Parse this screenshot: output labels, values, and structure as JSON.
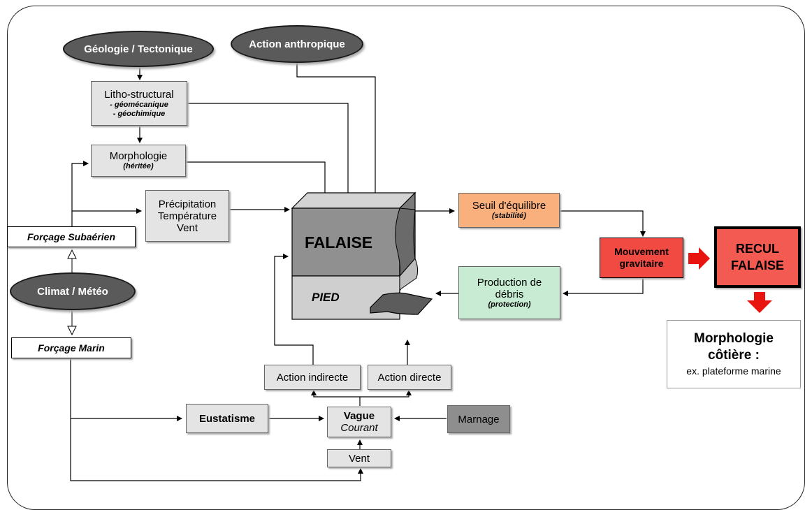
{
  "ovals": {
    "geologie": "Géologie / Tectonique",
    "anthropique": "Action anthropique",
    "climat": "Climat / Météo"
  },
  "boxes": {
    "litho_title": "Litho-structural",
    "litho_sub1": "- géomécanique",
    "litho_sub2": "- géochimique",
    "morpho_title": "Morphologie",
    "morpho_sub": "(héritée)",
    "precip_l1": "Précipitation",
    "precip_l2": "Température",
    "precip_l3": "Vent",
    "forcage_sub": "Forçage Subaérien",
    "forcage_marin": "Forçage Marin",
    "seuil_title": "Seuil d'équilibre",
    "seuil_sub": "(stabilité)",
    "mouvement_l1": "Mouvement",
    "mouvement_l2": "gravitaire",
    "recul_l1": "RECUL",
    "recul_l2": "FALAISE",
    "production_l1": "Production de",
    "production_l2": "débris",
    "production_sub": "(protection)",
    "morpho_cot_l1": "Morphologie",
    "morpho_cot_l2": "côtière :",
    "morpho_cot_l3": "ex. plateforme marine",
    "action_indirecte": "Action indirecte",
    "action_directe": "Action directe",
    "eustatisme": "Eustatisme",
    "vague_l1": "Vague",
    "vague_l2": "Courant",
    "marnage": "Marnage",
    "vent": "Vent"
  },
  "cliff": {
    "falaise": "FALAISE",
    "pied": "PIED"
  },
  "colors": {
    "oval": "#5a5a5a",
    "box": "#e4e4e4",
    "seuil": "#f9b07d",
    "mouvement": "#f04a43",
    "recul": "#f25a52",
    "production": "#c8ecd3",
    "marnage": "#8e8e8e",
    "arrow_red": "#e8140f"
  }
}
